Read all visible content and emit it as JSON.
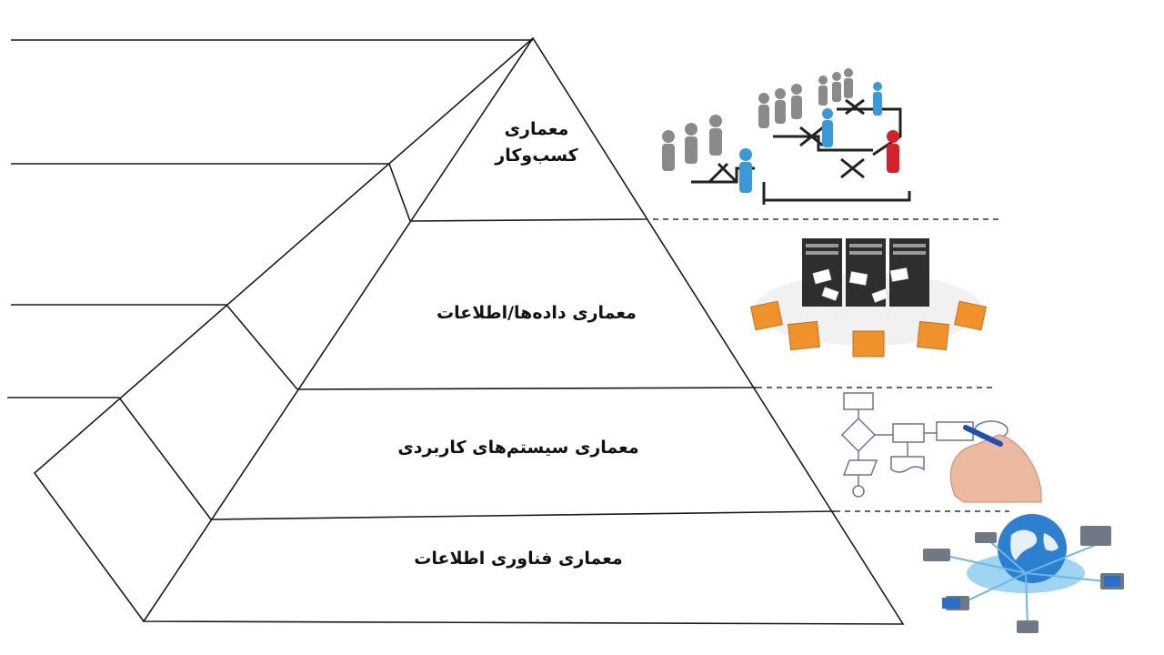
{
  "diagram": {
    "layers": [
      {
        "id": "business",
        "lines": [
          "معماری",
          "کسب‌وکار"
        ],
        "illustration": "org-chart-people-icon"
      },
      {
        "id": "data",
        "lines": [
          "معماری داده‌ها/اطلاعات"
        ],
        "illustration": "server-folders-icon"
      },
      {
        "id": "application",
        "lines": [
          "معماری سیستم‌های کاربردی"
        ],
        "illustration": "flowchart-hand-icon"
      },
      {
        "id": "technology",
        "lines": [
          "معماری فناوری اطلاعات"
        ],
        "illustration": "network-globe-icon"
      }
    ],
    "colors": {
      "line": "#1a1a1a",
      "dashed": "#333333",
      "person_gray": "#8a8a8a",
      "person_blue": "#3a9ad9",
      "person_red": "#d8202a",
      "folder_orange": "#f0922b",
      "server_dark": "#2e2e2e",
      "globe_blue": "#2d7fd0"
    }
  }
}
